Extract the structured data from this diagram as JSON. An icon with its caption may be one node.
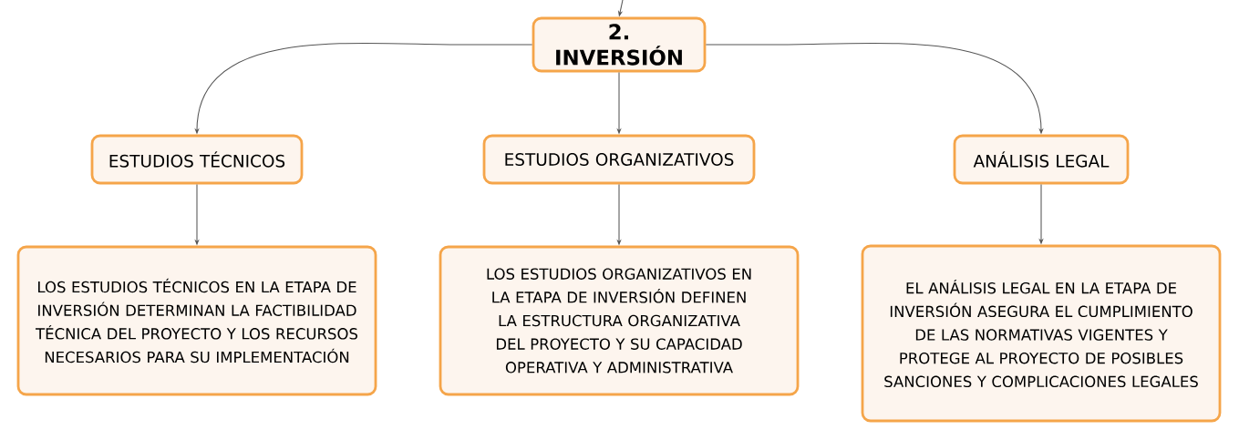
{
  "diagram": {
    "nodes": [
      {
        "text": [
          "2. INVERSIÓN"
        ]
      },
      {
        "text": [
          "ESTUDIOS TÉCNICOS"
        ]
      },
      {
        "text": [
          "ESTUDIOS ORGANIZATIVOS"
        ]
      },
      {
        "text": [
          "ANÁLISIS LEGAL"
        ]
      },
      {
        "text": [
          "LOS ESTUDIOS TÉCNICOS EN LA ETAPA DE INVERSIÓN DETERMINAN LA FACTIBILIDAD TÉCNICA DEL PROYECTO Y LOS RECURSOS NECESARIOS PARA SU IMPLEMENTACIÓN"
        ]
      },
      {
        "text": [
          "LOS ESTUDIOS ORGANIZATIVOS EN LA ETAPA DE INVERSIÓN DEFINEN LA ESTRUCTURA ORGANIZATIVA DEL PROYECTO Y SU CAPACIDAD OPERATIVA Y ADMINISTRATIVA"
        ]
      },
      {
        "text": [
          "EL ANÁLISIS LEGAL EN LA ETAPA DE INVERSIÓN ASEGURA EL CUMPLIMIENTO DE LAS NORMATIVAS VIGENTES Y PROTEGE AL PROYECTO DE POSIBLES SANCIONES Y COMPLICACIONES LEGALES"
        ]
      }
    ],
    "edges": [
      {
        "from": null,
        "to": 0,
        "arrow": "to"
      },
      {
        "from": 0,
        "to": 1,
        "arrow": "to"
      },
      {
        "from": 0,
        "to": 2,
        "arrow": "to"
      },
      {
        "from": 0,
        "to": 3,
        "arrow": "to"
      },
      {
        "from": 1,
        "to": 4,
        "arrow": "to"
      },
      {
        "from": 2,
        "to": 5,
        "arrow": "to"
      },
      {
        "from": 3,
        "to": 6,
        "arrow": "to"
      }
    ]
  }
}
